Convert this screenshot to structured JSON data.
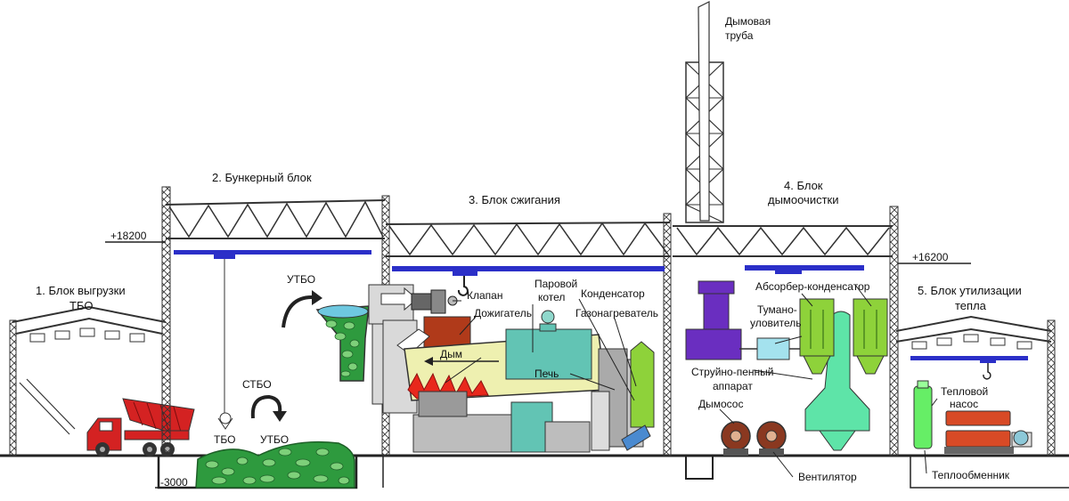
{
  "sections": {
    "unloading": [
      "1. Блок выгрузки",
      "ТБО"
    ],
    "bunker": "2. Бункерный блок",
    "combustion": "3. Блок сжигания",
    "gas_cleaning": [
      "4. Блок",
      "дымоочистки"
    ],
    "heat_recovery": [
      "5. Блок утилизации",
      "тепла"
    ]
  },
  "elevations": {
    "left_roof": "+18200",
    "right_roof": "+16200",
    "pit_floor": "-3000"
  },
  "labels": {
    "chimney": [
      "Дымовая",
      "труба"
    ],
    "utbo_top": "УТБО",
    "stbo": "СТБО",
    "tbo": "ТБО",
    "utbo_bottom": "УТБО",
    "valve": "Клапан",
    "afterburner": "Дожигатель",
    "steam_boiler": [
      "Паровой",
      "котел"
    ],
    "condenser": "Конденсатор",
    "gas_heater": "Газонагреватель",
    "smoke": "Дым",
    "furnace": "Печь",
    "absorber": "Абсорбер-конденсатор",
    "mist_catcher": [
      "Тумано-",
      "уловитель"
    ],
    "jet_foam": [
      "Струйно-пенный",
      "аппарат"
    ],
    "smoke_exhauster": "Дымосос",
    "fan": "Вентилятор",
    "heat_pump": [
      "Тепловой",
      "насос"
    ],
    "heat_exchanger": "Теплообменник"
  },
  "colors": {
    "crane": "#2b2fc8",
    "truck": "#d42222",
    "waste": "#2e9a3e",
    "boiler": "#b03a1a",
    "furnace_body": "#eef0b0",
    "flame": "#e8281c",
    "teal": "#62c4b4",
    "purple": "#6a2ec0",
    "lime": "#8ed23a",
    "jet_foam": "#5ee4a8",
    "mist": "#a4e2ee",
    "fan_brown": "#8a3820",
    "heat_pump": "#66ee66",
    "heat_exch": "#d84a26"
  },
  "icons": {
    "rotation_arrows": "curved-arrow-icon",
    "crane_hook": "crane-hook-icon",
    "grab": "grab-bucket-icon"
  }
}
